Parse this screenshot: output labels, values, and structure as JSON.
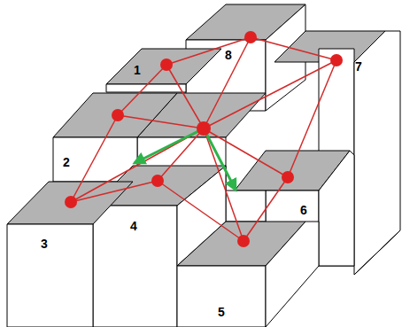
{
  "diagram": {
    "labels": [
      "1",
      "8",
      "7",
      "2",
      "3",
      "4",
      "6",
      "5"
    ]
  }
}
